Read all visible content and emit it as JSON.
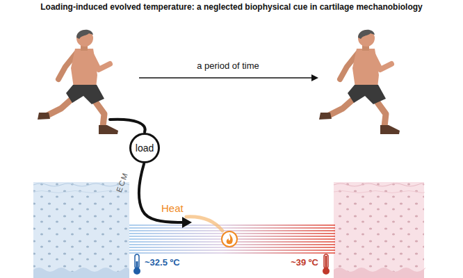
{
  "diagram": {
    "title": "Loading-induced evolved temperature: a neglected biophysical cue in cartilage mechanobiology",
    "nodes": [
      {
        "text": [
          "load"
        ]
      }
    ],
    "labels": [
      "a period of time",
      "ECM",
      "Heat",
      "~32.5 ºC",
      "~39 ºC"
    ]
  }
}
